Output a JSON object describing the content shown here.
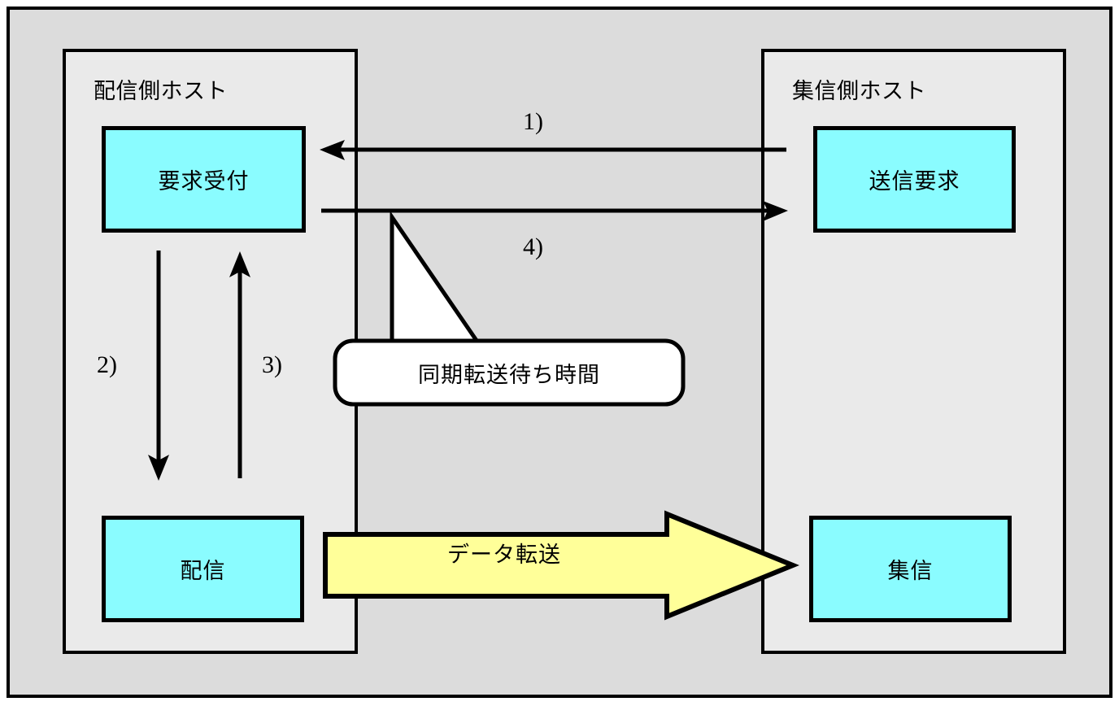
{
  "diagram": {
    "title_none": "",
    "hosts": {
      "left": {
        "label": "配信側ホスト",
        "boxes": [
          {
            "id": "req-accept",
            "label": "要求受付"
          },
          {
            "id": "distribute",
            "label": "配信"
          }
        ]
      },
      "right": {
        "label": "集信側ホスト",
        "boxes": [
          {
            "id": "send-req",
            "label": "送信要求"
          },
          {
            "id": "collect",
            "label": "集信"
          }
        ]
      }
    },
    "steps": [
      {
        "id": "1",
        "label": "1)",
        "direction": "right-to-left",
        "description": "送信要求 → 要求受付"
      },
      {
        "id": "2",
        "label": "2)",
        "direction": "downward",
        "description": "要求受付 → 配信"
      },
      {
        "id": "3",
        "label": "3)",
        "direction": "upward",
        "description": "配信 → 要求受付"
      },
      {
        "id": "4",
        "label": "4)",
        "direction": "left-to-right",
        "description": "要求受付 → 送信要求"
      }
    ],
    "callout": {
      "label": "同期転送待ち時間"
    },
    "block_arrow": {
      "label": "データ転送"
    },
    "colors": {
      "outer_background": "#dcdcdc",
      "host_background": "#eaeaea",
      "process_box": "#8afcff",
      "block_arrow": "#ffff99",
      "stroke": "#000000",
      "callout_fill": "#ffffff"
    }
  }
}
